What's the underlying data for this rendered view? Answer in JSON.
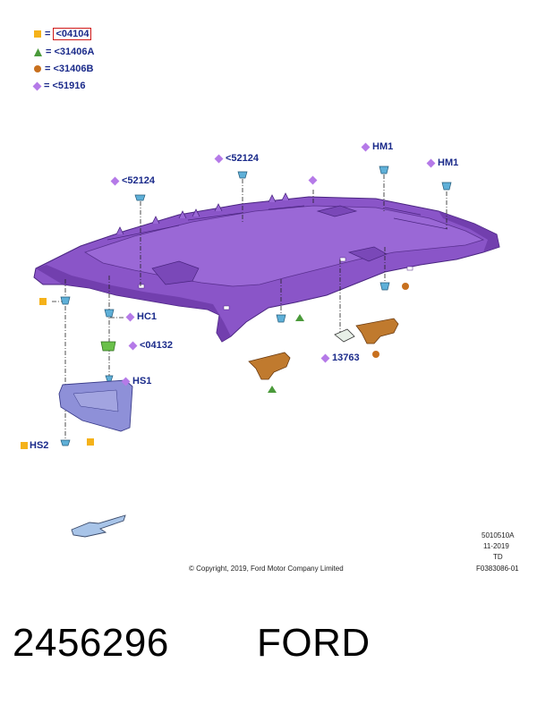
{
  "legend": {
    "equals": "=",
    "items": [
      {
        "symbol": "square",
        "color": "#f5b21a",
        "code": "<04104",
        "boxed": true
      },
      {
        "symbol": "triangle",
        "color": "#4a9a3a",
        "code": "<31406A",
        "boxed": false
      },
      {
        "symbol": "circle",
        "color": "#c8701e",
        "code": "<31406B",
        "boxed": false
      },
      {
        "symbol": "diamond",
        "color": "#b57ae8",
        "code": "<51916",
        "boxed": false
      }
    ]
  },
  "callouts": {
    "hm1_left": "HM1",
    "hm1_right": "HM1",
    "c52124_top": "<52124",
    "c52124_left": "<52124",
    "hc1": "HC1",
    "c04132": "<04132",
    "hs1": "HS1",
    "hs2": "HS2",
    "c13763": "13763"
  },
  "colors": {
    "headliner": "#8a55c8",
    "handle": "#c07a2e",
    "visor": "#8e90d8",
    "clip": "#5fb0d8",
    "label": "#1a2a8a"
  },
  "meta": {
    "code1": "5010510A",
    "date": "11-2019",
    "td": "TD",
    "figure_id": "F0383086-01",
    "copyright": "© Copyright, 2019, Ford Motor Company Limited"
  },
  "caption": {
    "part_number": "2456296",
    "brand": "FORD"
  }
}
